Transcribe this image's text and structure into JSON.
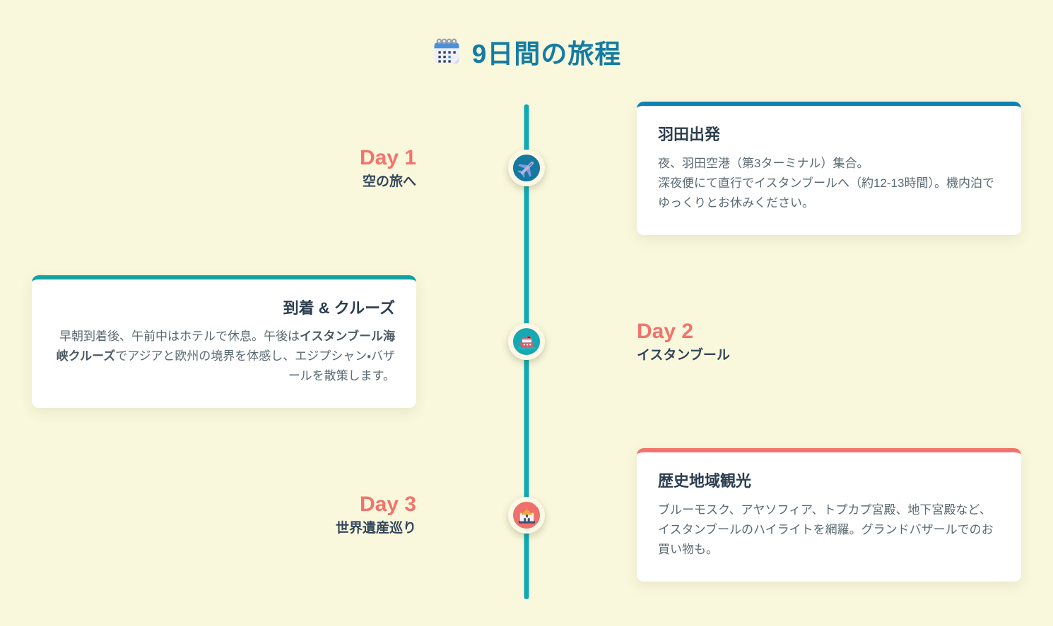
{
  "theme": {
    "background": "#FAF8DC",
    "timeline_line": "#10AAB4",
    "day_label_color": "#F3736C",
    "page_title_color": "#147CA4",
    "card_title_color": "#2C3E50",
    "day_subtitle_color": "#33465A",
    "body_text_color": "#5A6A72",
    "card_background": "#FFFFFF",
    "node_ring_color": "#FBF8E6"
  },
  "header": {
    "icon": "spiral-calendar-icon",
    "title": "9日間の旅程"
  },
  "timeline": {
    "days": [
      {
        "label": "Day 1",
        "subtitle": "空の旅へ",
        "icon": "airplane-icon",
        "side": "right",
        "accent": "#0E81B5",
        "circle": "#15789E",
        "card": {
          "title": "羽田出発",
          "body": [
            {
              "text": "夜、羽田空港（第3ターミナル）集合。"
            },
            {
              "br": true
            },
            {
              "text": "深夜便にて直行でイスタンブールへ（約12-13時間）。機内泊でゆっくりとお休みください。"
            }
          ]
        }
      },
      {
        "label": "Day 2",
        "subtitle": "イスタンブール",
        "icon": "ship-icon",
        "side": "left",
        "accent": "#11A2A6",
        "circle": "#17A9B2",
        "card": {
          "title": "到着 & クルーズ",
          "body": [
            {
              "text": "早朝到着後、午前中はホテルで休息。午後は"
            },
            {
              "text": "イスタンブール海峡クルーズ",
              "bold": true
            },
            {
              "text": "でアジアと欧州の境界を体感し、エジプシャン・バザールを散策します。"
            }
          ]
        }
      },
      {
        "label": "Day 3",
        "subtitle": "世界遺産巡り",
        "icon": "mosque-icon",
        "side": "right",
        "accent": "#F3736C",
        "circle": "#EF6F6C",
        "card": {
          "title": "歴史地域観光",
          "body": [
            {
              "text": "ブルーモスク、アヤソフィア、トプカプ宮殿、地下宮殿など、イスタンブールのハイライトを網羅。グランドバザールでのお買い物も。"
            }
          ]
        }
      }
    ]
  }
}
